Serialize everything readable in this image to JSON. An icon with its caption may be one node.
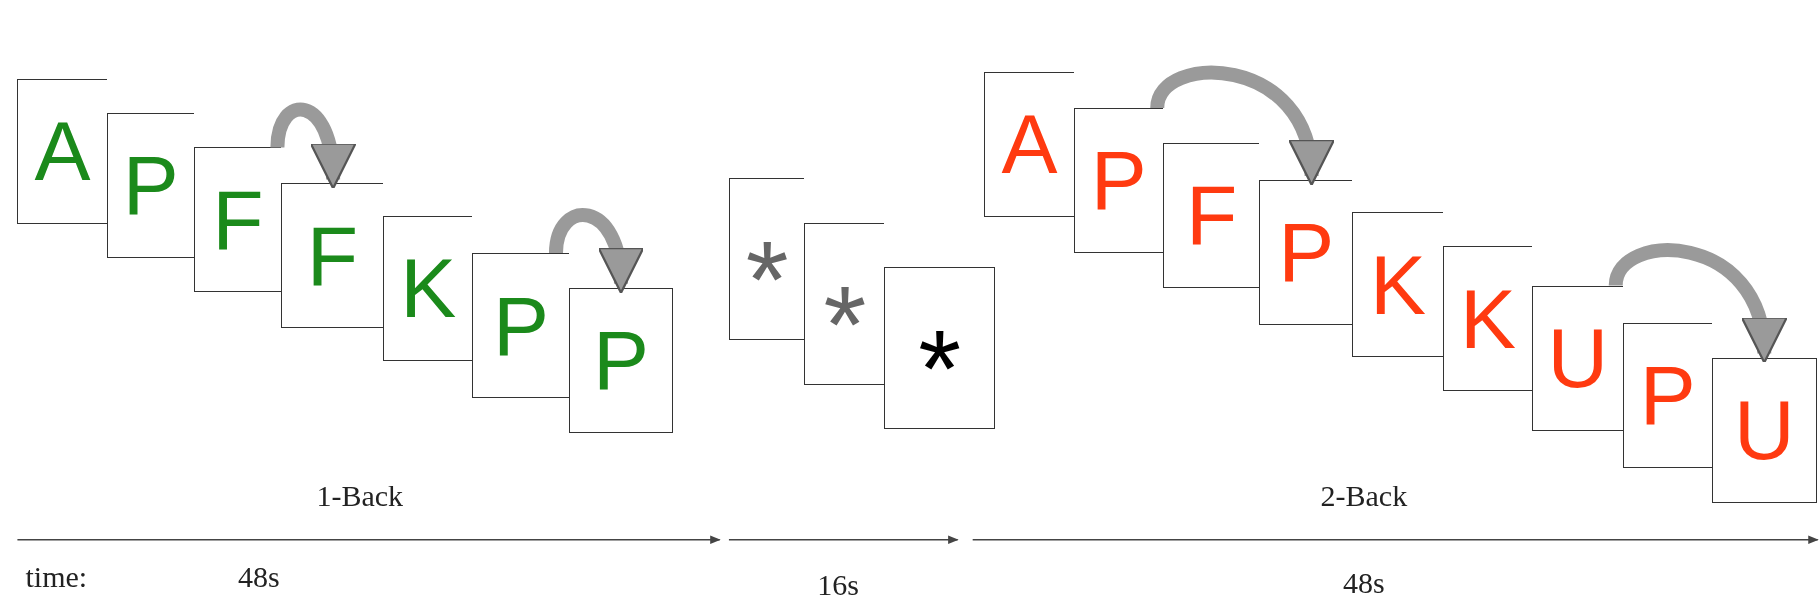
{
  "diagram": {
    "nodes": [
      {
        "text": [
          "A"
        ]
      },
      {
        "text": [
          "P"
        ]
      },
      {
        "text": [
          "F"
        ]
      },
      {
        "text": [
          "F"
        ]
      },
      {
        "text": [
          "K"
        ]
      },
      {
        "text": [
          "P"
        ]
      },
      {
        "text": [
          "P"
        ]
      },
      {
        "text": [
          "*"
        ]
      },
      {
        "text": [
          "*"
        ]
      },
      {
        "text": [
          "*"
        ]
      },
      {
        "text": [
          "A"
        ]
      },
      {
        "text": [
          "P"
        ]
      },
      {
        "text": [
          "F"
        ]
      },
      {
        "text": [
          "P"
        ]
      },
      {
        "text": [
          "K"
        ]
      },
      {
        "text": [
          "K"
        ]
      },
      {
        "text": [
          "U"
        ]
      },
      {
        "text": [
          "P"
        ]
      },
      {
        "text": [
          "U"
        ]
      }
    ],
    "edges": [
      {
        "from": 2,
        "to": 3,
        "arrow": "to"
      },
      {
        "from": 5,
        "to": 6,
        "arrow": "to"
      },
      {
        "from": 11,
        "to": 13,
        "arrow": "to"
      },
      {
        "from": 16,
        "to": 18,
        "arrow": "to"
      }
    ],
    "labels": [
      "1-Back",
      "2-Back",
      "time:",
      "48s",
      "16s",
      "48s"
    ]
  }
}
